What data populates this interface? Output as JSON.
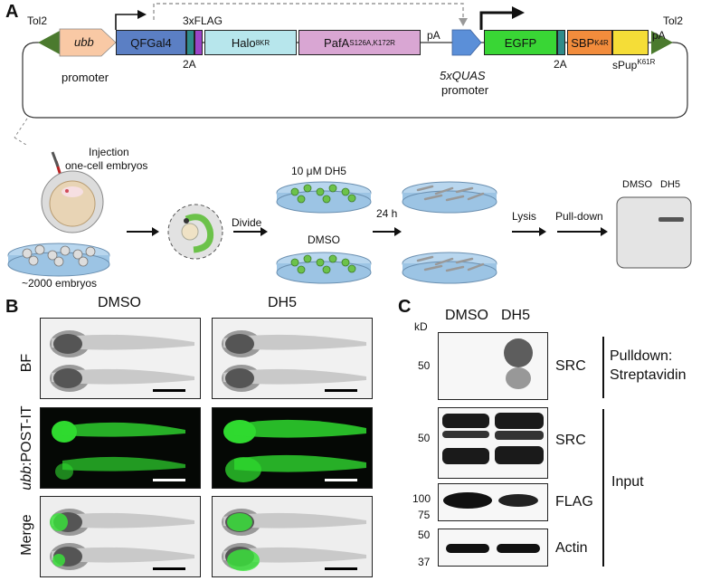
{
  "panels": {
    "a": "A",
    "b": "B",
    "c": "C"
  },
  "construct": {
    "tol2_left": "Tol2",
    "tol2_right": "Tol2",
    "ubb": "ubb",
    "promoter": "promoter",
    "qfgal4": "QFGal4",
    "flag": "3xFLAG",
    "twoA_1": "2A",
    "halo": "Halo",
    "halo_sup": "8KR",
    "pafa": "PafA",
    "pafa_sup": "S126A,K172R",
    "pa_1": "pA",
    "quas": "5xQUAS",
    "quas_promoter": "promoter",
    "egfp": "EGFP",
    "twoA_2": "2A",
    "sbp": "SBP",
    "sbp_sup": "K4R",
    "spup": "sPup",
    "spup_sup": "K61R",
    "pa_2": "pA"
  },
  "workflow": {
    "injection": "Injection",
    "one_cell": "one-cell embryos",
    "embryos": "~2000 embryos",
    "divide": "Divide",
    "dh5_dose": "10 μM DH5",
    "dmso": "DMSO",
    "time": "24 h",
    "lysis": "Lysis",
    "pulldown": "Pull-down",
    "gel_dmso": "DMSO",
    "gel_dh5": "DH5"
  },
  "panel_b": {
    "col_dmso": "DMSO",
    "col_dh5": "DH5",
    "row_bf": "BF",
    "row_post_italic": "ubb",
    "row_post_rest": ":POST-IT",
    "row_merge": "Merge"
  },
  "panel_c": {
    "kd": "kD",
    "col_dmso": "DMSO",
    "col_dh5": "DH5",
    "mw_50a": "50",
    "mw_50b": "50",
    "mw_100": "100",
    "mw_75": "75",
    "mw_50c": "50",
    "mw_37": "37",
    "src1": "SRC",
    "src2": "SRC",
    "flag": "FLAG",
    "actin": "Actin",
    "pulldown": "Pulldown:",
    "streptavidin": "Streptavidin",
    "input": "Input"
  },
  "colors": {
    "qfgal4": "#5b7fc4",
    "halo": "#b7e6ec",
    "pafa": "#d9a6d3",
    "egfp": "#39d635",
    "sbp": "#f28c3c",
    "spup": "#f5dd37",
    "ubb": "#f9c9a5",
    "tol2": "#4b7a2e",
    "green_fluor": "#39e83a"
  }
}
